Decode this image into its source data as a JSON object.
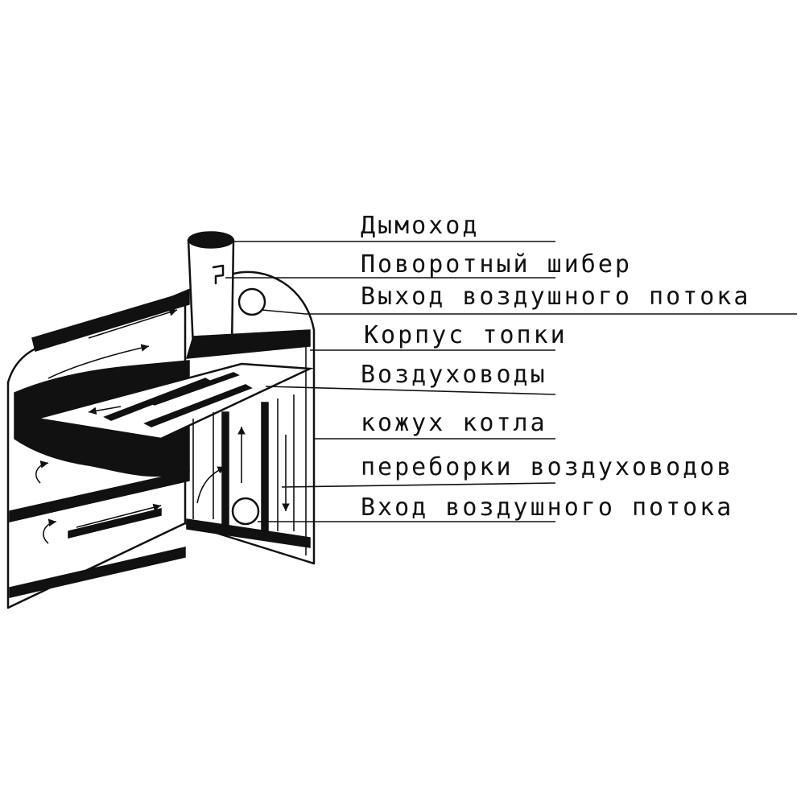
{
  "diagram": {
    "labels": {
      "chimney": "Дымоход",
      "damper": "Поворотный шибер",
      "air_outlet": "Выход воздушного потока",
      "firebox": "Корпус топки",
      "air_ducts": "Воздуховоды",
      "boiler_casing": "кожух котла",
      "duct_partitions": "переборки воздуховодов",
      "air_inlet": "Вход воздушного потока"
    }
  }
}
